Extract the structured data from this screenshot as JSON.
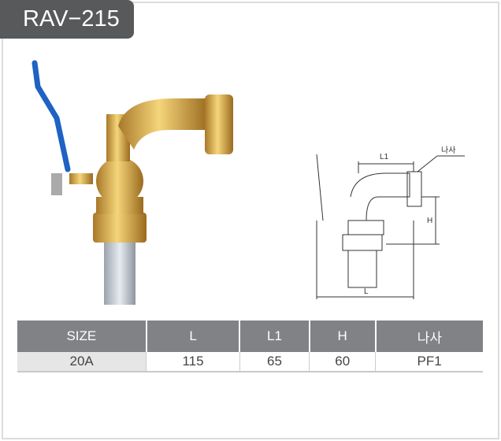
{
  "title": "RAV−215",
  "diagram": {
    "l_label": "L",
    "l1_label": "L1",
    "h_label": "H",
    "thread_label": "나사"
  },
  "table": {
    "headers": [
      "SIZE",
      "L",
      "L1",
      "H",
      "나사"
    ],
    "rows": [
      [
        "20A",
        "115",
        "65",
        "60",
        "PF1"
      ]
    ]
  }
}
